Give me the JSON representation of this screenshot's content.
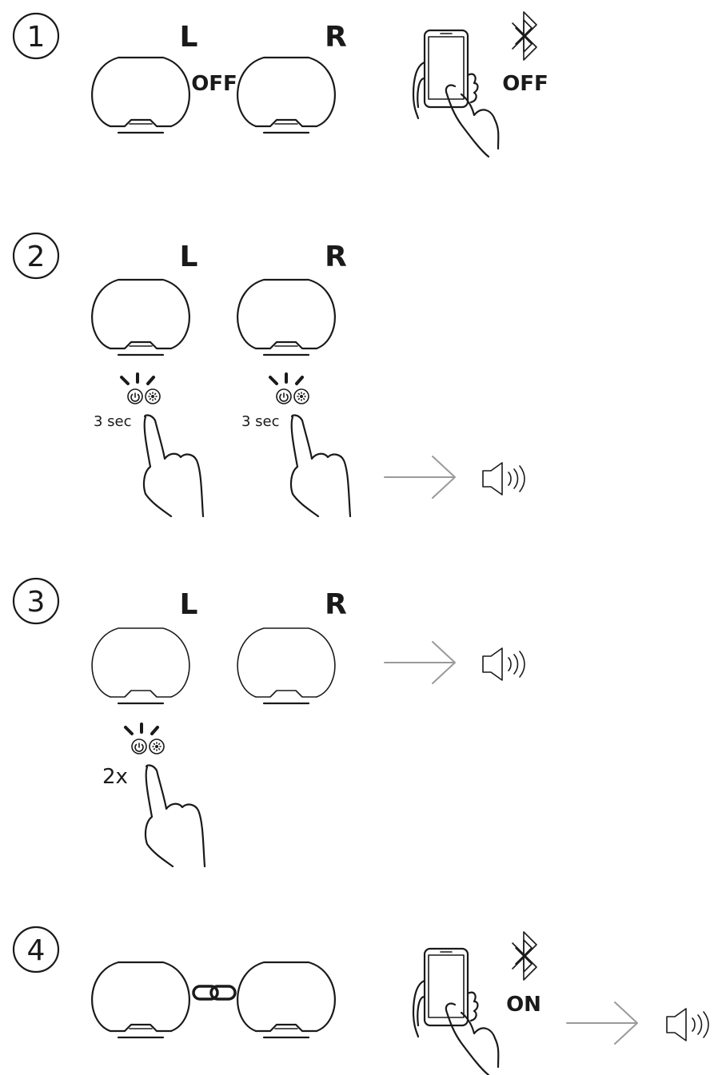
{
  "steps": [
    {
      "number": "1",
      "left_label": "L",
      "right_label": "R",
      "speaker_state_label": "OFF",
      "bluetooth_state_label": "OFF"
    },
    {
      "number": "2",
      "left_label": "L",
      "right_label": "R",
      "left_press_label": "3 sec",
      "right_press_label": "3 sec"
    },
    {
      "number": "3",
      "left_label": "L",
      "right_label": "R",
      "press_label": "2x"
    },
    {
      "number": "4",
      "bluetooth_state_label": "ON"
    }
  ],
  "colors": {
    "ink": "#1a1a1a",
    "arrow": "#9a9a9a"
  },
  "icons": [
    "speaker-icon",
    "bluetooth-icon",
    "power-icon",
    "light-icon",
    "link-icon",
    "phone-in-hand-icon",
    "finger-press-icon",
    "sound-icon"
  ]
}
